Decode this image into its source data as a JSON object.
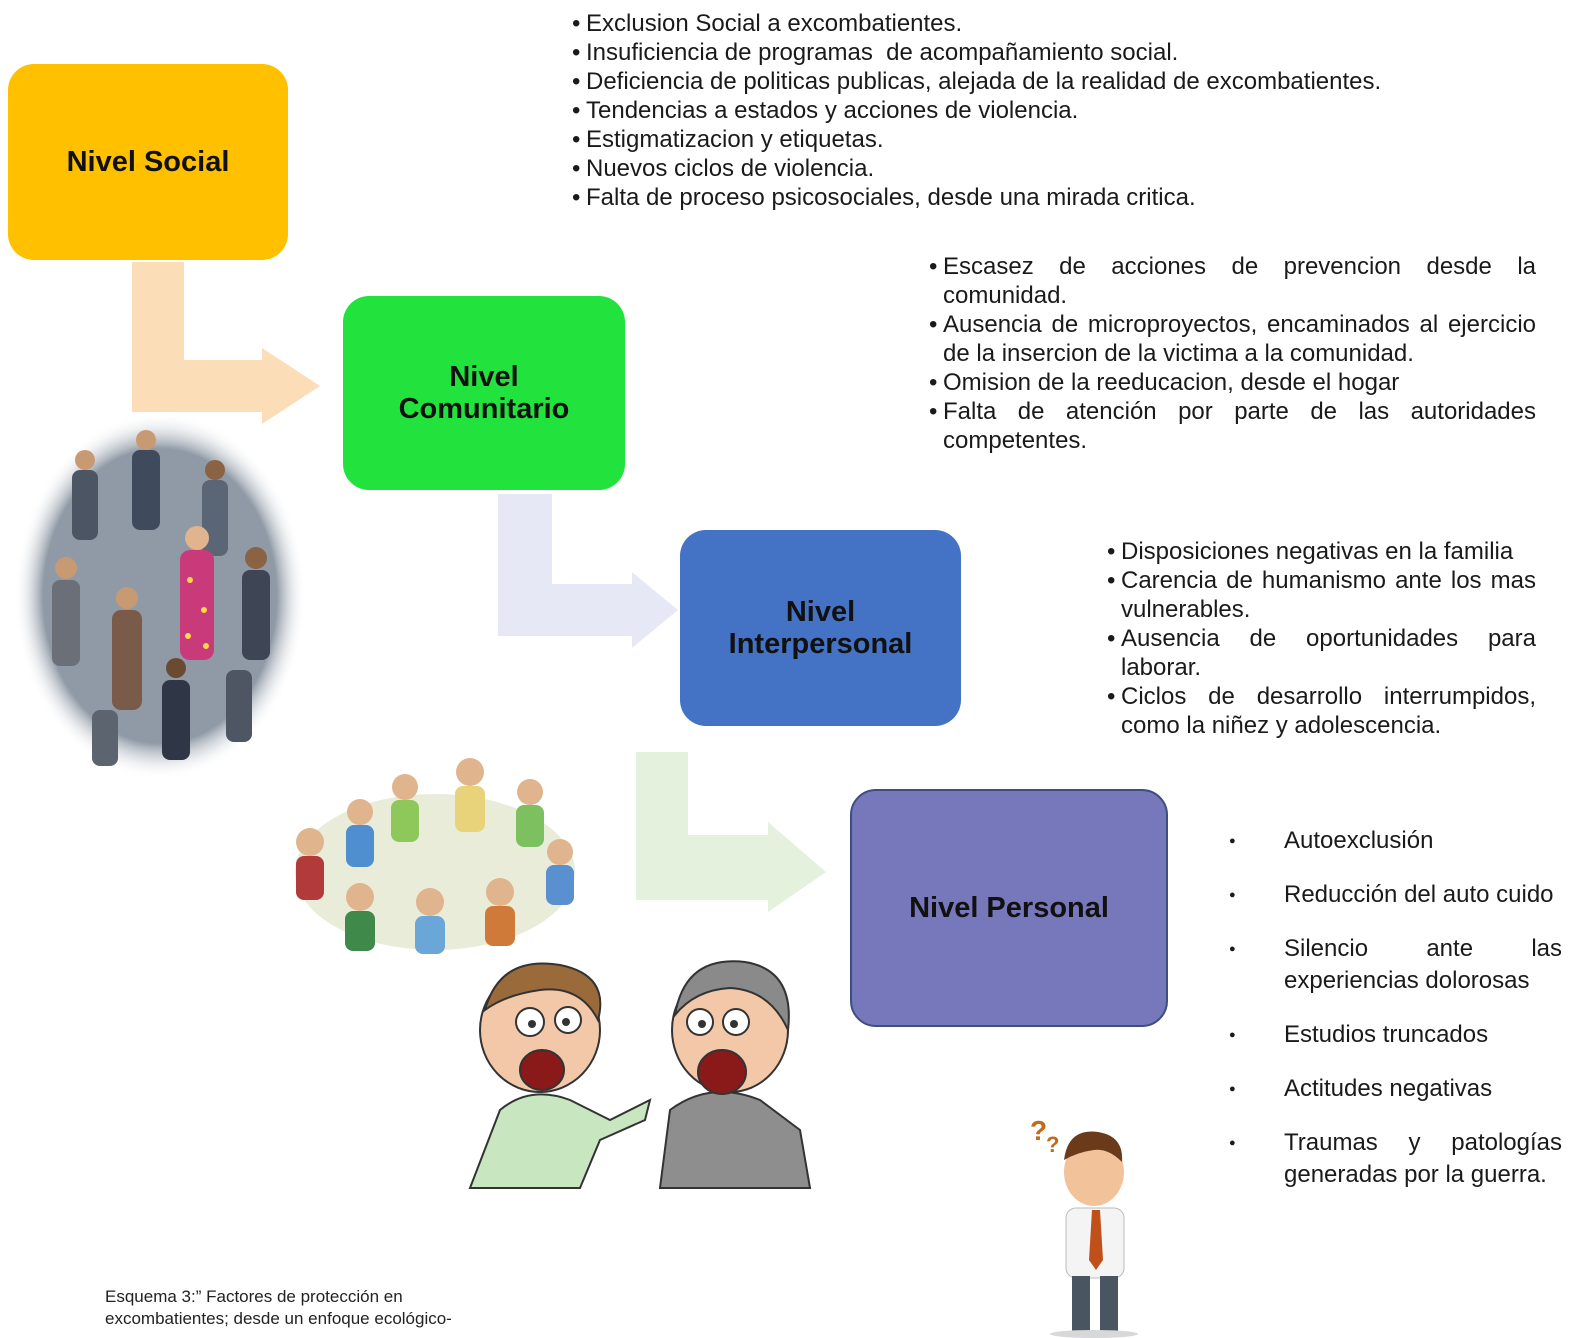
{
  "levels": [
    {
      "label": "Nivel Social",
      "color": "#FFC000"
    },
    {
      "label": "Nivel Comunitario",
      "color": "#22E33E"
    },
    {
      "label": "Nivel Interpersonal",
      "color": "#4472C4"
    },
    {
      "label": "Nivel Personal",
      "color": "#7777BB"
    }
  ],
  "arrow_colors": [
    "#FBDDB8",
    "#E6E8F5",
    "#E3F1DD"
  ],
  "social_factors": [
    "Exclusion Social a excombatientes.",
    "Insuficiencia de programas  de acompañamiento social.",
    "Deficiencia de politicas publicas, alejada de la realidad de excombatientes.",
    "Tendencias a estados y acciones de violencia.",
    "Estigmatizacion y etiquetas.",
    "Nuevos ciclos de violencia.",
    "Falta de proceso psicosociales, desde una mirada critica."
  ],
  "community_factors": [
    "Escasez de acciones de prevencion desde la comunidad.",
    "Ausencia de microproyectos, encaminados al ejercicio de la insercion de la victima a la comunidad.",
    "Omision de la reeducacion, desde el hogar",
    "Falta de atención por parte de las autoridades competentes."
  ],
  "interpersonal_factors": [
    "Disposiciones negativas en la familia",
    "Carencia de humanismo ante los mas vulnerables.",
    "Ausencia de oportunidades para laborar.",
    "Ciclos de desarrollo interrumpidos, como la niñez y adolescencia."
  ],
  "personal_factors": [
    "Autoexclusión",
    "Reducción del auto cuido",
    "Silencio ante las experiencias dolorosas",
    "Estudios truncados",
    "Actitudes negativas",
    "Traumas y patologías generadas por la guerra."
  ],
  "caption": {
    "line1": "Esquema 3:” Factores de protección en",
    "line2": "excombatientes; desde un enfoque ecológico-"
  }
}
